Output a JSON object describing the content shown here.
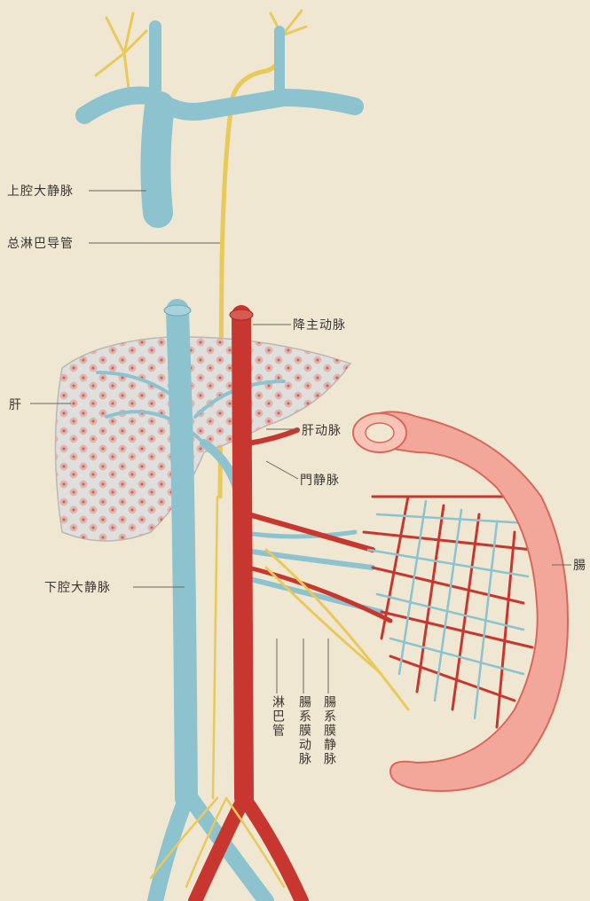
{
  "labels": {
    "svc": "上腔大静脉",
    "thoracic_duct": "总淋巴导管",
    "desc_aorta": "降主动脉",
    "liver": "肝",
    "hepatic_artery": "肝动脉",
    "portal_vein": "門静脉",
    "ivc": "下腔大静脉",
    "intestine": "腸",
    "lymph_vessel": "淋巴管",
    "mesenteric_artery": "腸系膜动脉",
    "mesenteric_vein": "腸系膜静脉"
  },
  "colors": {
    "paper": "#efe7d2",
    "vein_blue": "#8cc3cf",
    "artery_red": "#c8372f",
    "lymph_yellow": "#e8c95a",
    "liver_fill": "#dfe0dd",
    "intestine_pink": "#f3a79a"
  }
}
